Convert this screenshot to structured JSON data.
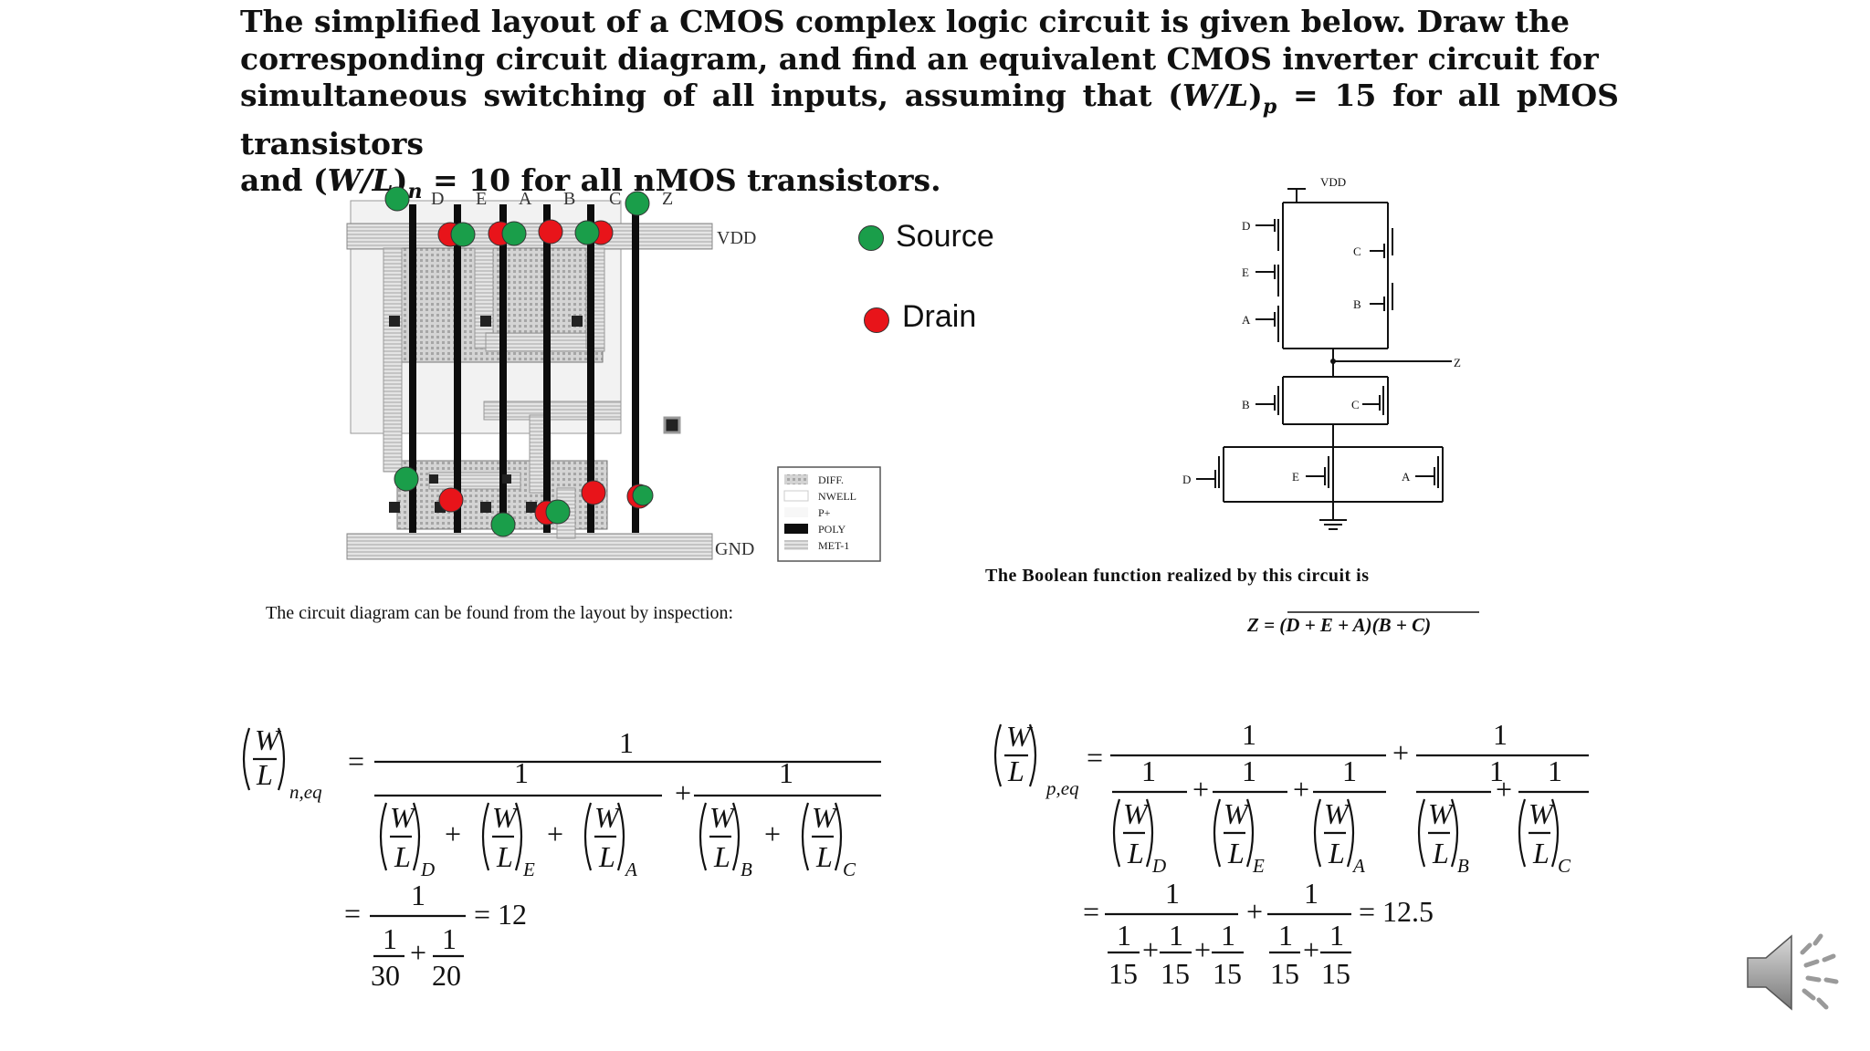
{
  "problem": {
    "line1": "The simplified layout of a CMOS complex logic circuit is given below. Draw the",
    "line2": "corresponding circuit diagram, and find an equivalent CMOS inverter circuit for",
    "line3_a": "simultaneous switching of all inputs, assuming that (",
    "line3_wl": "W/L",
    "line3_b": ")",
    "line3_sub": "p",
    "line3_c": " = 15 for all pMOS transistors",
    "line4_a": "and (",
    "line4_wl": "W/L",
    "line4_b": ")",
    "line4_sub": "n",
    "line4_c": " = 10 for all nMOS transistors."
  },
  "layout": {
    "inputs": [
      "D",
      "E",
      "A",
      "B",
      "C",
      "Z"
    ],
    "vdd": "VDD",
    "gnd": "GND",
    "key": [
      "DIFF.",
      "NWELL",
      "P+",
      "POLY",
      "MET-1"
    ]
  },
  "legend": {
    "source_label": "Source",
    "drain_label": "Drain",
    "source_color": "#1a9e4a",
    "drain_color": "#e8141a"
  },
  "schematic": {
    "vdd": "VDD",
    "output": "Z",
    "labels": [
      "D",
      "E",
      "A",
      "C",
      "B",
      "B",
      "C",
      "D",
      "E",
      "A"
    ]
  },
  "captions": {
    "layout_caption": "The circuit diagram can be found from the layout by inspection:",
    "boolean_caption": "The Boolean function realized by this circuit is",
    "boolean_function": "Z = (D + E + A)(B + C)"
  },
  "equations": {
    "n_eq_label": "n,eq",
    "p_eq_label": "p,eq",
    "n_result": "= 12",
    "p_result": "= 12.5",
    "n_denoms": [
      "30",
      "20"
    ],
    "p_denoms": [
      "15",
      "15",
      "15",
      "15",
      "15"
    ]
  },
  "speaker_icon": "speaker-icon"
}
